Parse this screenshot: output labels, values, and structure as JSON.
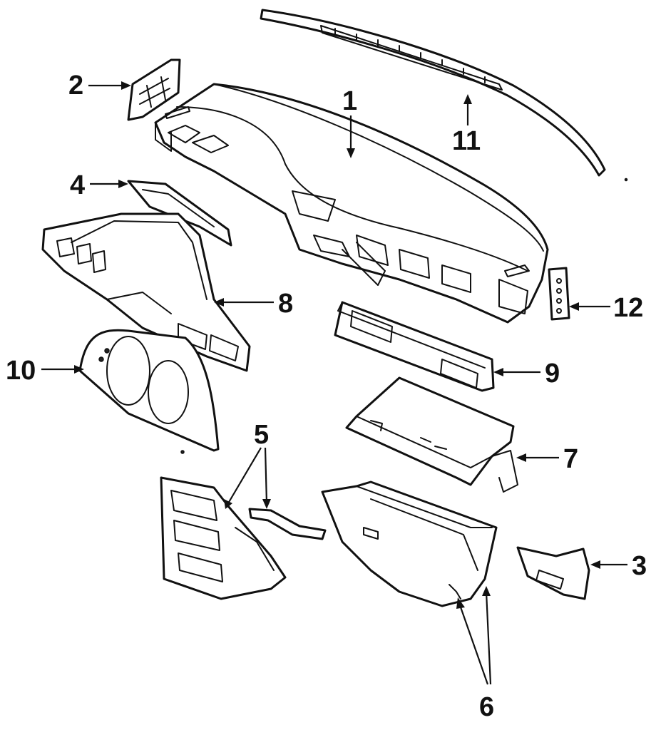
{
  "diagram": {
    "callouts": [
      {
        "id": "1",
        "label": "1"
      },
      {
        "id": "2",
        "label": "2"
      },
      {
        "id": "3",
        "label": "3"
      },
      {
        "id": "4",
        "label": "4"
      },
      {
        "id": "5",
        "label": "5"
      },
      {
        "id": "6",
        "label": "6"
      },
      {
        "id": "7",
        "label": "7"
      },
      {
        "id": "8",
        "label": "8"
      },
      {
        "id": "9",
        "label": "9"
      },
      {
        "id": "10",
        "label": "10"
      },
      {
        "id": "11",
        "label": "11"
      },
      {
        "id": "12",
        "label": "12"
      }
    ],
    "colors": {
      "ink": "#111111",
      "paper": "#ffffff",
      "shade": "#e9e9e9"
    }
  }
}
